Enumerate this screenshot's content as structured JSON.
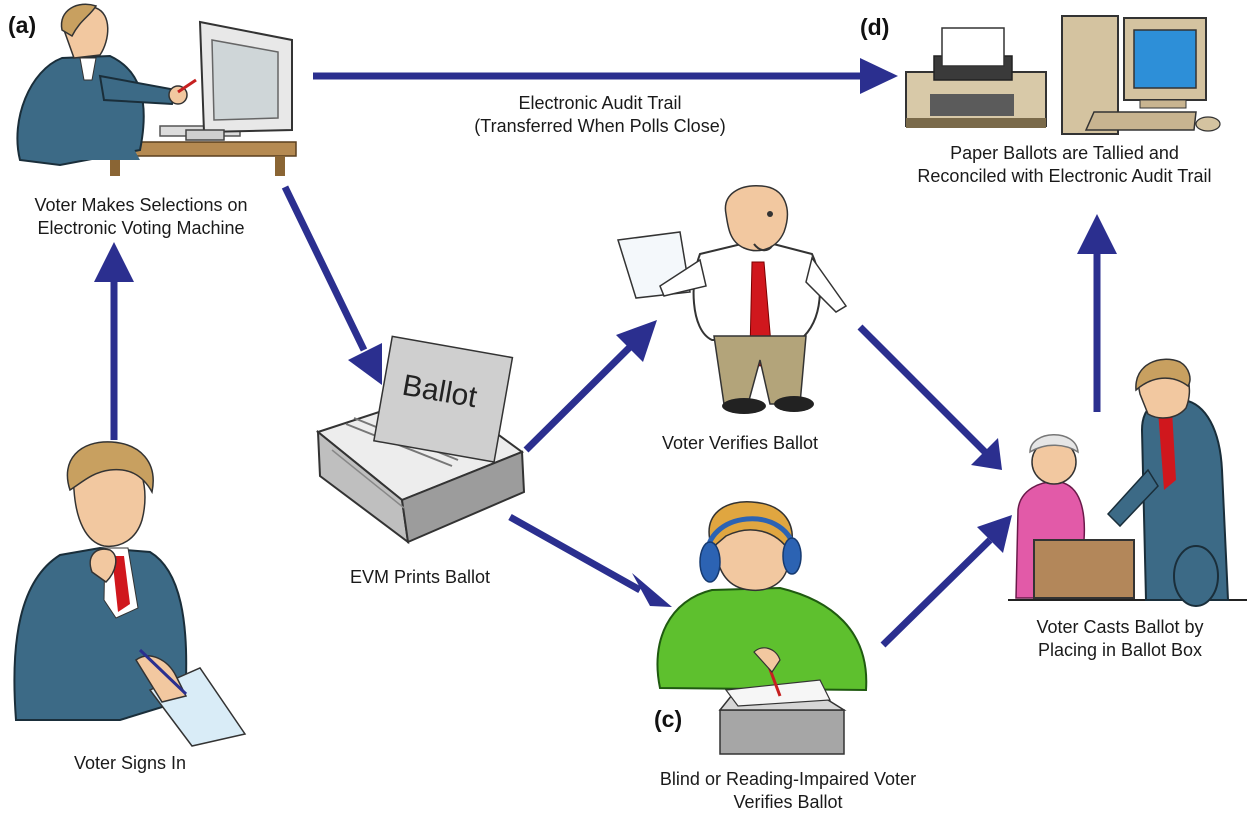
{
  "diagram": {
    "markers": {
      "a": "(a)",
      "c": "(c)",
      "d": "(d)"
    },
    "labels": {
      "sign_in": "Voter Signs In",
      "selections_line1": "Voter Makes Selections on",
      "selections_line2": "Electronic Voting Machine",
      "audit_line1": "Electronic Audit Trail",
      "audit_line2": "(Transferred When Polls Close)",
      "tally_line1": "Paper Ballots are Tallied and",
      "tally_line2": "Reconciled with Electronic Audit Trail",
      "printer_sheet": "Ballot",
      "evm_prints": "EVM Prints Ballot",
      "verifies": "Voter Verifies Ballot",
      "blind_line1": "Blind or Reading-Impaired Voter",
      "blind_line2": "Verifies Ballot",
      "casts_line1": "Voter Casts Ballot by",
      "casts_line2": "Placing in Ballot Box"
    },
    "colors": {
      "arrow": "#2b2f8f",
      "suit_blue": "#3c6a86",
      "tie_red": "#d0171d",
      "sweater_green": "#5ec02e",
      "printer_gray": "#c9c9c9",
      "desk_brown": "#b58a52"
    }
  }
}
